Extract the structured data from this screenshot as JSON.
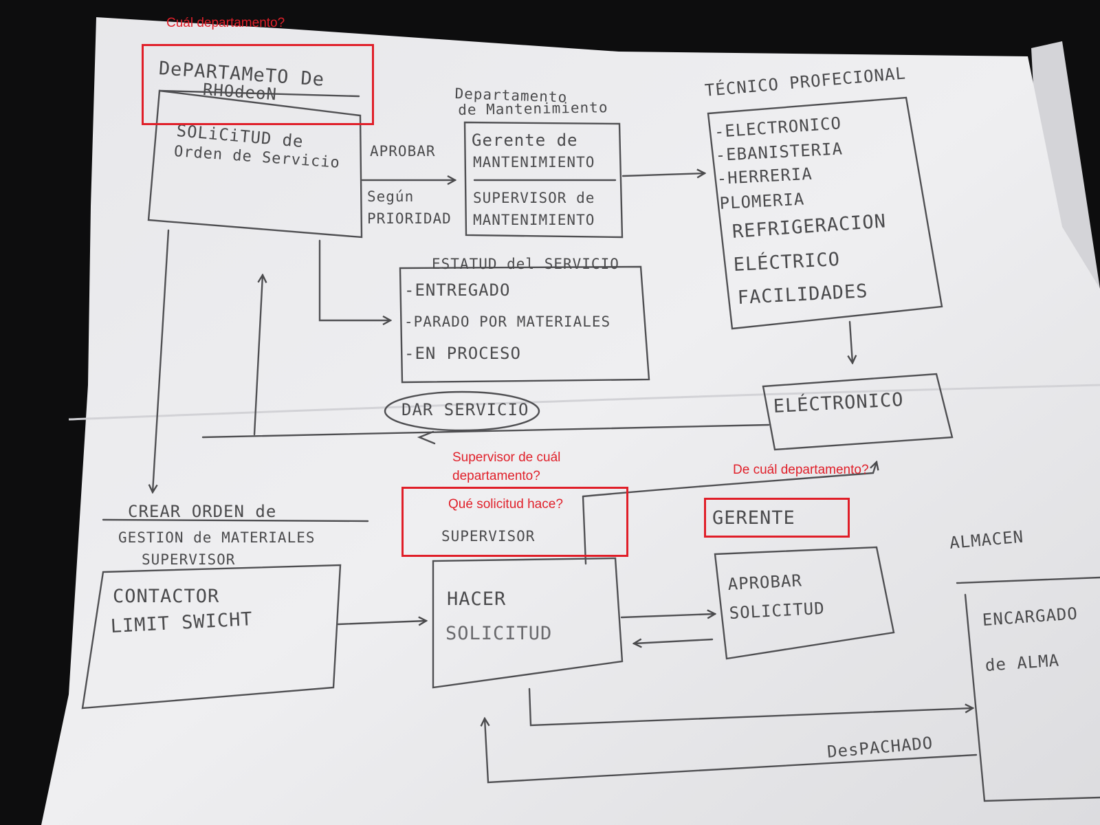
{
  "nodes": {
    "depto_header": [
      "DePARTAMeTO De",
      "RHOdeoN"
    ],
    "solicitud_orden": [
      "SOLiCiTUD de",
      "Orden de Servicio"
    ],
    "edge_aprobar": "APROBAR",
    "edge_segun": [
      "Según",
      "PRIORIDAD"
    ],
    "depto_mant_header": [
      "Departamento",
      "de Mantenimiento"
    ],
    "gerente_mant": [
      "Gerente de",
      "MANTENIMIENTO"
    ],
    "supervisor_mant": [
      "SUPERVISOR de",
      "MANTENIMIENTO"
    ],
    "tecnico_header": "TÉCNICO PROFECIONAL",
    "tecnico_items": [
      "-ELECTRONICO",
      "-EBANISTERIA",
      "-HERRERIA",
      "PLOMERIA",
      "REFRIGERACION",
      "ELÉCTRICO",
      "FACILIDADES"
    ],
    "estatus_header": "ESTATUD del SERVICIO",
    "estatus_items": [
      "-ENTREGADO",
      "-PARADO POR MATERIALES",
      "-EN PROCESO"
    ],
    "dar_servicio": "DAR SERVICIO",
    "electronico": "ELÉCTRONICO",
    "crear_orden_header": [
      "CREAR ORDEN de",
      "GESTION de MATERIALES",
      "SUPERVISOR"
    ],
    "contactor": [
      "CONTACTOR",
      "LIMIT SWICHT"
    ],
    "supervisor": "SUPERVISOR",
    "hacer_solicitud": [
      "HACER",
      "SOLICITUD"
    ],
    "gerente": "GERENTE",
    "aprobar_solicitud": [
      "APROBAR",
      "SOLICITUD"
    ],
    "almacen_header": "ALMACEN",
    "encargado": [
      "ENCARGADO",
      "de ALMA"
    ],
    "despachado": "DesPACHADO"
  },
  "annotations": {
    "q1": "Cuál departamento?",
    "q2": "Supervisor de cuál departamento?",
    "q3": "Qué solicitud hace?",
    "q4": "De cuál departamento?"
  },
  "colors": {
    "paper": "#ebebed",
    "pencil": "#4a4a4c",
    "annotation": "#e01e28",
    "background": "#0d0d0e"
  }
}
